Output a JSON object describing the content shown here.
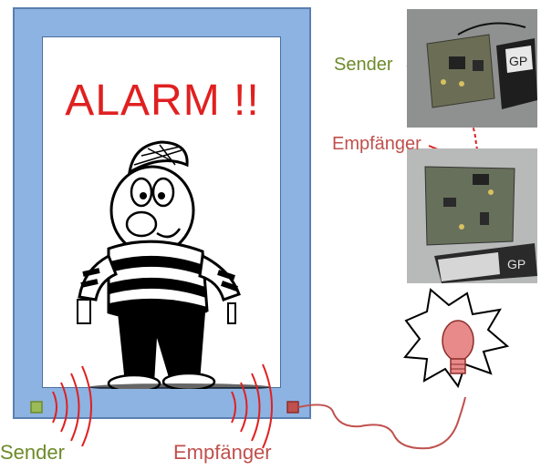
{
  "door": {
    "title": "ALARM !!",
    "frame_color": "#8db3e2",
    "sign_color": "#e02020"
  },
  "labels": {
    "sender_bottom": "Sender",
    "receiver_bottom": "Empfänger",
    "sender_top": "Sender",
    "receiver_top": "Empfänger"
  },
  "colors": {
    "sender": "#6d8a2a",
    "receiver": "#c0504d",
    "wire": "#c0504d",
    "bulb": "#e8898a"
  },
  "icons": {
    "robber": "robber-illustration",
    "sender_photo": "sender-circuit-photo",
    "receiver_photo": "receiver-circuit-photo",
    "bulb": "light-bulb-icon"
  }
}
